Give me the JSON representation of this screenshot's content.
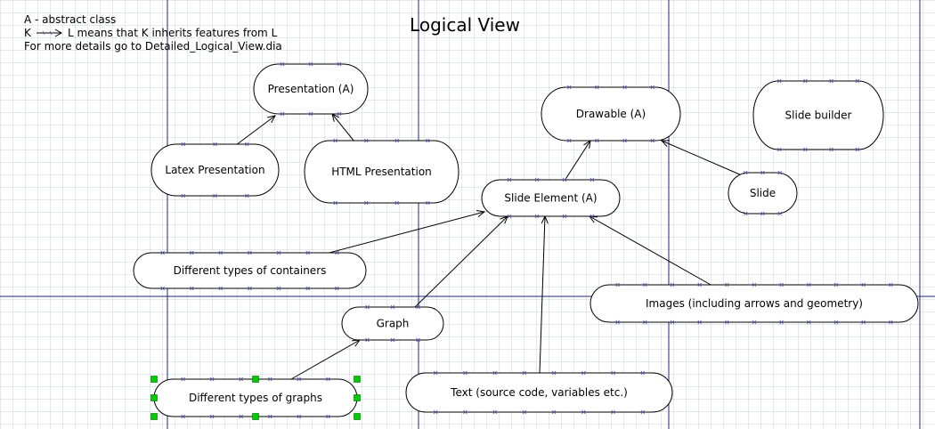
{
  "title": "Logical View",
  "legend": {
    "line1": "A - abstract class",
    "line2_left": "K",
    "line2_right": "L means that K inherits features from L",
    "line3": "For more details go to Detailed_Logical_View.dia"
  },
  "colors": {
    "guide_line": "#1f2a7a",
    "grid": "#b4becd",
    "selection_handle": "#00cc00"
  },
  "nodes": [
    {
      "id": "presentation",
      "label": "Presentation  (A)"
    },
    {
      "id": "latex",
      "label": "Latex Presentation"
    },
    {
      "id": "html",
      "label": "HTML Presentation"
    },
    {
      "id": "drawable",
      "label": "Drawable     (A)"
    },
    {
      "id": "slide_builder",
      "label": "Slide builder"
    },
    {
      "id": "slide_element",
      "label": "Slide Element     (A)"
    },
    {
      "id": "slide",
      "label": "Slide"
    },
    {
      "id": "containers",
      "label": "Different types of containers"
    },
    {
      "id": "images",
      "label": "Images (including arrows and geometry)"
    },
    {
      "id": "graph",
      "label": "Graph"
    },
    {
      "id": "graphs",
      "label": "Different types of graphs"
    },
    {
      "id": "text",
      "label": "Text (source code, variables etc.)"
    }
  ],
  "edges": [
    {
      "from": "latex",
      "to": "presentation"
    },
    {
      "from": "html",
      "to": "presentation"
    },
    {
      "from": "slide_element",
      "to": "drawable"
    },
    {
      "from": "slide",
      "to": "drawable"
    },
    {
      "from": "containers",
      "to": "slide_element"
    },
    {
      "from": "graph",
      "to": "slide_element"
    },
    {
      "from": "text",
      "to": "slide_element"
    },
    {
      "from": "images",
      "to": "slide_element"
    },
    {
      "from": "graphs",
      "to": "graph"
    }
  ],
  "selected_node": "graphs"
}
